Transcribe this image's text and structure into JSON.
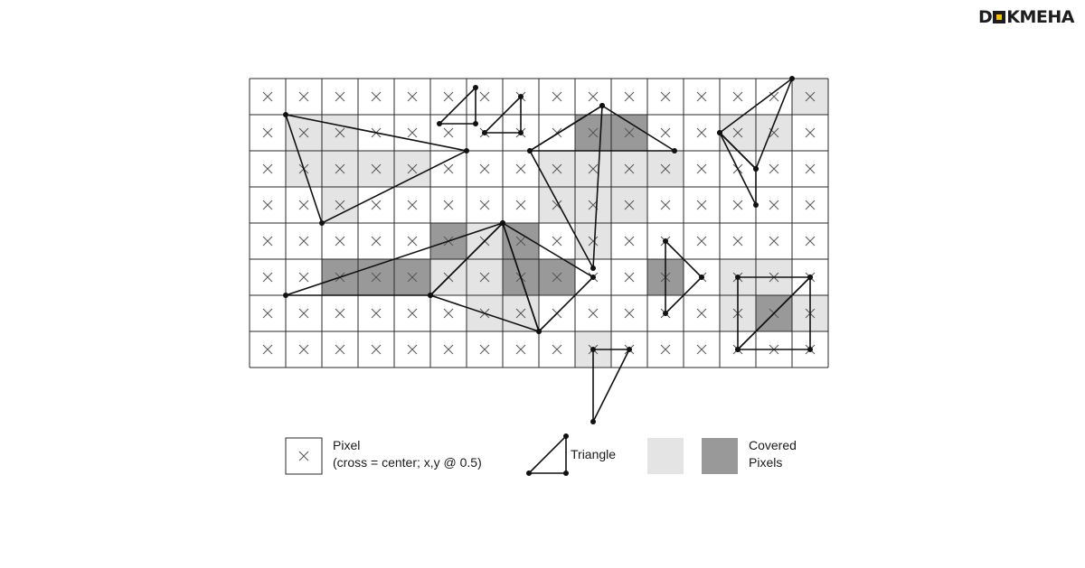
{
  "logo": {
    "text_before": "D",
    "text_after": "KMEHA",
    "accent": "#f5c400"
  },
  "grid": {
    "cols": 16,
    "rows": 8,
    "light_cells": [
      [
        15,
        0
      ],
      [
        1,
        1
      ],
      [
        2,
        1
      ],
      [
        13,
        1
      ],
      [
        14,
        1
      ],
      [
        1,
        2
      ],
      [
        2,
        2
      ],
      [
        3,
        2
      ],
      [
        4,
        2
      ],
      [
        8,
        2
      ],
      [
        9,
        2
      ],
      [
        10,
        2
      ],
      [
        11,
        2
      ],
      [
        2,
        3
      ],
      [
        8,
        3
      ],
      [
        9,
        3
      ],
      [
        10,
        3
      ],
      [
        6,
        4
      ],
      [
        7,
        4
      ],
      [
        9,
        4
      ],
      [
        3,
        5
      ],
      [
        4,
        5
      ],
      [
        5,
        5
      ],
      [
        6,
        5
      ],
      [
        13,
        5
      ],
      [
        14,
        5
      ],
      [
        6,
        6
      ],
      [
        7,
        6
      ],
      [
        13,
        6
      ],
      [
        15,
        6
      ],
      [
        9,
        7
      ]
    ],
    "dark_cells": [
      [
        9,
        1
      ],
      [
        10,
        1
      ],
      [
        5,
        4
      ],
      [
        7,
        4
      ],
      [
        2,
        5
      ],
      [
        3,
        5
      ],
      [
        4,
        5
      ],
      [
        7,
        5
      ],
      [
        8,
        5
      ],
      [
        11,
        5
      ],
      [
        14,
        6
      ]
    ],
    "colors": {
      "light": "#e4e4e4",
      "dark": "#999999",
      "line": "#2a2a2a",
      "cross": "#555555"
    }
  },
  "triangles": [
    [
      [
        1,
        1
      ],
      [
        6,
        2
      ],
      [
        2,
        4
      ]
    ],
    [
      [
        5.25,
        1.25
      ],
      [
        6.25,
        0.25
      ],
      [
        6.25,
        1.25
      ]
    ],
    [
      [
        6.5,
        1.5
      ],
      [
        7.5,
        0.5
      ],
      [
        7.5,
        1.5
      ]
    ],
    [
      [
        7.75,
        2
      ],
      [
        11.75,
        2
      ],
      [
        9.75,
        0.75
      ]
    ],
    [
      [
        7.75,
        2
      ],
      [
        9.5,
        5.25
      ],
      [
        9.75,
        0.75
      ]
    ],
    [
      [
        13,
        1.5
      ],
      [
        14,
        3.5
      ],
      [
        14,
        2.5
      ]
    ],
    [
      [
        13,
        1.5
      ],
      [
        15,
        0
      ],
      [
        14,
        2.5
      ]
    ],
    [
      [
        1,
        6
      ],
      [
        7,
        4
      ],
      [
        5,
        6
      ]
    ],
    [
      [
        5,
        6
      ],
      [
        7,
        4
      ],
      [
        8,
        7
      ]
    ],
    [
      [
        7,
        4
      ],
      [
        8,
        7
      ],
      [
        9.5,
        5.5
      ]
    ],
    [
      [
        11.5,
        4.5
      ],
      [
        12.5,
        5.5
      ],
      [
        11.5,
        6.5
      ]
    ],
    [
      [
        13.5,
        5.5
      ],
      [
        15.5,
        5.5
      ],
      [
        13.5,
        7.5
      ]
    ],
    [
      [
        15.5,
        5.5
      ],
      [
        15.5,
        7.5
      ],
      [
        13.5,
        7.5
      ]
    ],
    [
      [
        9.5,
        7.5
      ],
      [
        10.5,
        7.5
      ],
      [
        9.5,
        9.5
      ]
    ]
  ],
  "legend": {
    "pixel_label_line1": "Pixel",
    "pixel_label_line2": "(cross = center; x,y @ 0.5)",
    "triangle_label": "Triangle",
    "covered_label_line1": "Covered",
    "covered_label_line2": "Pixels"
  }
}
